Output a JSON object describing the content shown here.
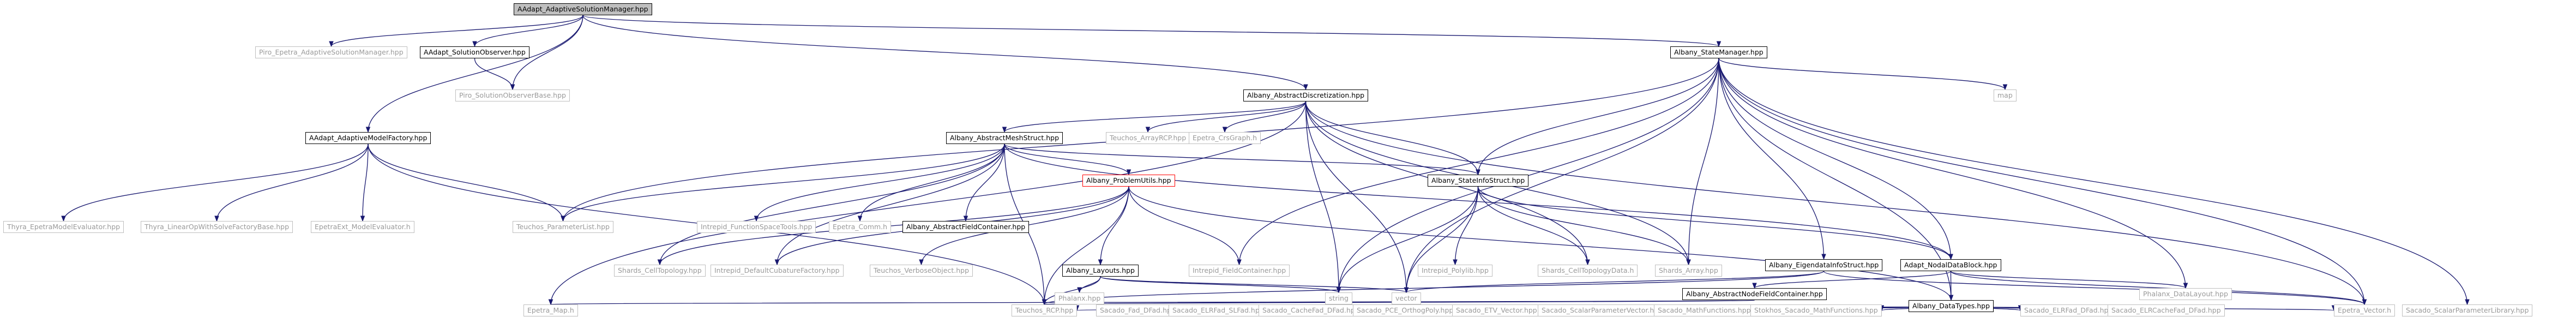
{
  "diagram": {
    "colors": {
      "edge": "#191970",
      "root_fill": "#bfbfbf",
      "documented_border": "#000000",
      "undocumented_border": "#bfbfbf",
      "truncated_border": "#ff0000"
    },
    "nodes": {
      "root": "AAdapt_AdaptiveSolutionManager.hpp",
      "piro_epetra": "Piro_Epetra_AdaptiveSolutionManager.hpp",
      "aadapt_observer": "AAdapt_SolutionObserver.hpp",
      "piro_observer_base": "Piro_SolutionObserverBase.hpp",
      "model_factory": "AAdapt_AdaptiveModelFactory.hpp",
      "thyra_epetra": "Thyra_EpetraModelEvaluator.hpp",
      "thyra_linear": "Thyra_LinearOpWithSolveFactoryBase.hpp",
      "epetraext": "EpetraExt_ModelEvaluator.h",
      "teuchos_paramlist": "Teuchos_ParameterList.hpp",
      "abs_disc": "Albany_AbstractDiscretization.hpp",
      "teuchos_arrayrcp": "Teuchos_ArrayRCP.hpp",
      "epetra_crsgraph": "Epetra_CrsGraph.h",
      "abs_mesh": "Albany_AbstractMeshStruct.hpp",
      "intrepid_ft": "Intrepid_FunctionSpaceTools.hpp",
      "epetra_comm": "Epetra_Comm.h",
      "abs_field_container": "Albany_AbstractFieldContainer.hpp",
      "problem_utils": "Albany_ProblemUtils.hpp",
      "shards_celltopology": "Shards_CellTopology.hpp",
      "intrepid_cubature": "Intrepid_DefaultCubatureFactory.hpp",
      "teuchos_verbose": "Teuchos_VerboseObject.hpp",
      "layouts": "Albany_Layouts.hpp",
      "phalanx": "Phalanx.hpp",
      "intrepid_fieldcontainer": "Intrepid_FieldContainer.hpp",
      "statemgr": "Albany_StateManager.hpp",
      "map": "map",
      "stateinfo": "Albany_StateInfoStruct.hpp",
      "intrepid_polylib": "Intrepid_Polylib.hpp",
      "shards_celltopodata": "Shards_CellTopologyData.h",
      "shards_array": "Shards_Array.hpp",
      "eigendata": "Albany_EigendataInfoStruct.hpp",
      "nodaldata": "Adapt_NodalDataBlock.hpp",
      "phalanx_datalayout": "Phalanx_DataLayout.hpp",
      "abs_nodefield": "Albany_AbstractNodeFieldContainer.hpp",
      "datatypes": "Albany_DataTypes.hpp",
      "string": "string",
      "vector": "vector",
      "epetra_map": "Epetra_Map.h",
      "teuchos_rcp": "Teuchos_RCP.hpp",
      "sacado_fad": "Sacado_Fad_DFad.hpp",
      "sacado_elrfad": "Sacado_ELRFad_SLFad.hpp",
      "sacado_cachefad": "Sacado_CacheFad_DFad.hpp",
      "sacado_pce": "Sacado_PCE_OrthogPoly.hpp",
      "sacado_etv": "Sacado_ETV_Vector.hpp",
      "sacado_scalarparamvec": "Sacado_ScalarParameterVector.hpp",
      "sacado_mathfunc": "Sacado_MathFunctions.hpp",
      "stokhos_mathfunc": "Stokhos_Sacado_MathFunctions.hpp",
      "sacado_elrfad_dfad": "Sacado_ELRFad_DFad.hpp",
      "sacado_elrcache": "Sacado_ELRCacheFad_DFad.hpp",
      "epetra_vector": "Epetra_Vector.h",
      "sacado_scalarparamlib": "Sacado_ScalarParameterLibrary.hpp"
    }
  }
}
